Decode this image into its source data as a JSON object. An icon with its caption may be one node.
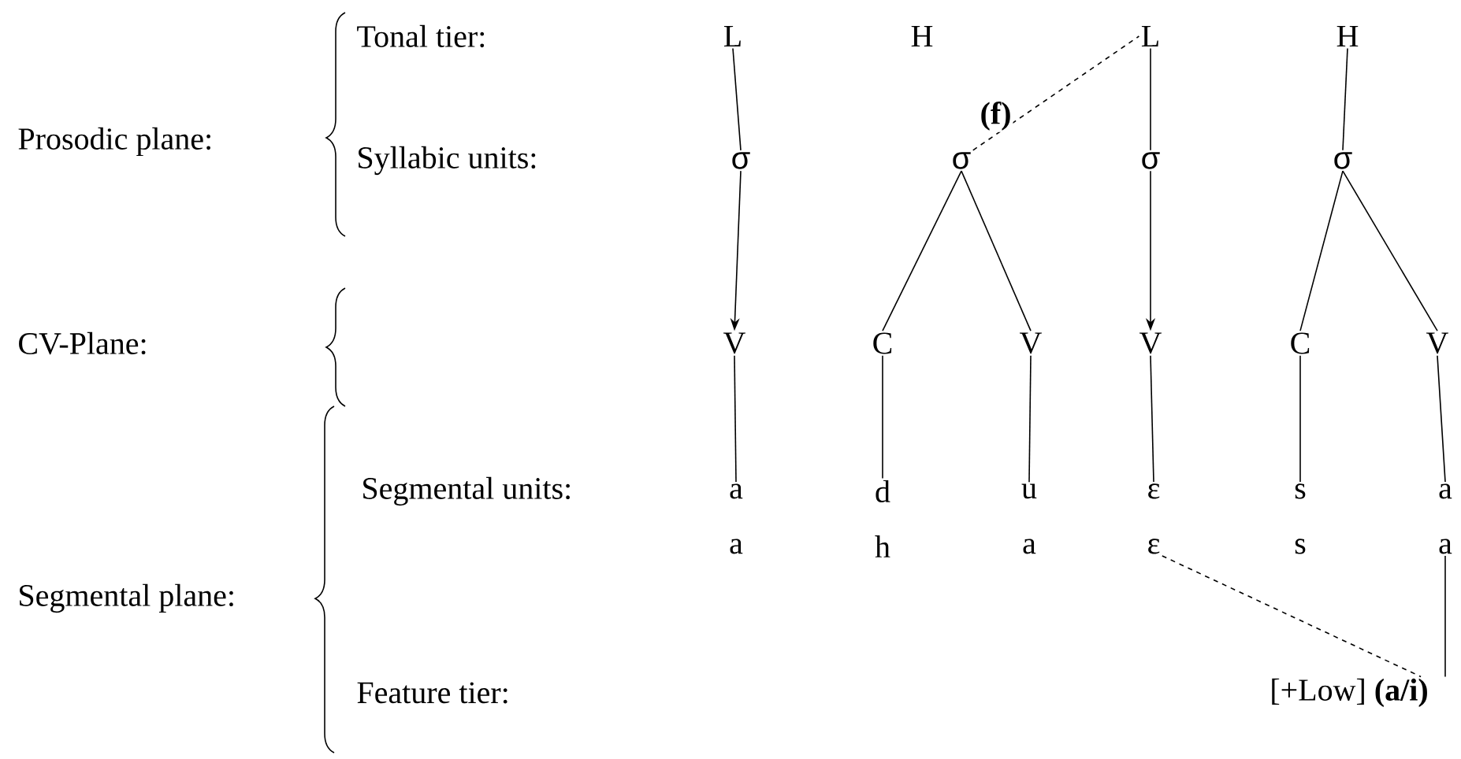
{
  "diagram": {
    "nodes": [
      {
        "text": [
          "L"
        ]
      },
      {
        "text": [
          "H"
        ]
      },
      {
        "text": [
          "L"
        ]
      },
      {
        "text": [
          "H"
        ]
      },
      {
        "text": [
          "σ"
        ]
      },
      {
        "text": [
          "σ"
        ]
      },
      {
        "text": [
          "σ"
        ]
      },
      {
        "text": [
          "σ"
        ]
      },
      {
        "text": [
          "V"
        ]
      },
      {
        "text": [
          "C"
        ]
      },
      {
        "text": [
          "V"
        ]
      },
      {
        "text": [
          "V"
        ]
      },
      {
        "text": [
          "C"
        ]
      },
      {
        "text": [
          "V"
        ]
      },
      {
        "text": [
          "a"
        ]
      },
      {
        "text": [
          "d"
        ]
      },
      {
        "text": [
          "u"
        ]
      },
      {
        "text": [
          "ε"
        ]
      },
      {
        "text": [
          "s"
        ]
      },
      {
        "text": [
          "a"
        ]
      },
      {
        "text": [
          "a"
        ]
      },
      {
        "text": [
          "h"
        ]
      },
      {
        "text": [
          "a"
        ]
      },
      {
        "text": [
          "ε"
        ]
      },
      {
        "text": [
          "s"
        ]
      },
      {
        "text": [
          "a"
        ]
      },
      {
        "text": [
          "[+Low] **(a/i)**"
        ]
      }
    ],
    "edges": [
      {
        "from": 0,
        "to": 4,
        "arrow": "none"
      },
      {
        "from": 2,
        "to": 6,
        "arrow": "none"
      },
      {
        "from": 3,
        "to": 7,
        "arrow": "none"
      },
      {
        "from": 5,
        "to": 2,
        "arrow": "none",
        "style": "dashed",
        "label": "(f)"
      },
      {
        "from": 4,
        "to": 8,
        "arrow": "to"
      },
      {
        "from": 5,
        "to": 9,
        "arrow": "none"
      },
      {
        "from": 5,
        "to": 10,
        "arrow": "none"
      },
      {
        "from": 6,
        "to": 11,
        "arrow": "to"
      },
      {
        "from": 7,
        "to": 12,
        "arrow": "none"
      },
      {
        "from": 7,
        "to": 13,
        "arrow": "none"
      },
      {
        "from": 8,
        "to": 14,
        "arrow": "none"
      },
      {
        "from": 9,
        "to": 15,
        "arrow": "none"
      },
      {
        "from": 10,
        "to": 16,
        "arrow": "none"
      },
      {
        "from": 11,
        "to": 17,
        "arrow": "none"
      },
      {
        "from": 12,
        "to": 18,
        "arrow": "none"
      },
      {
        "from": 13,
        "to": 19,
        "arrow": "none"
      },
      {
        "from": 23,
        "to": 26,
        "arrow": "none",
        "style": "dashed"
      },
      {
        "from": 25,
        "to": 26,
        "arrow": "none"
      }
    ],
    "labels": [
      "Tonal tier:",
      "Prosodic plane:",
      "Syllabic units:",
      "CV-Plane:",
      "Segmental units:",
      "Segmental plane:",
      "Feature tier:"
    ]
  }
}
